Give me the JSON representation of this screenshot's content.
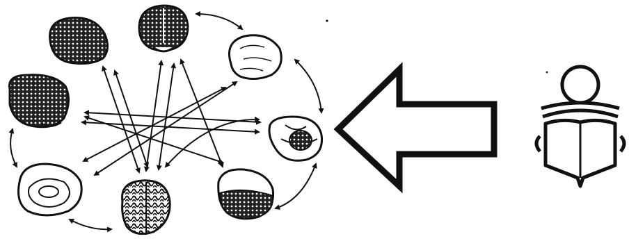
{
  "figure": {
    "brain_views": [
      {
        "id": "brain-top-left",
        "label": ""
      },
      {
        "id": "brain-top-center",
        "label": ""
      },
      {
        "id": "brain-top-right",
        "label": ""
      },
      {
        "id": "brain-left",
        "label": ""
      },
      {
        "id": "brain-right",
        "label": ""
      },
      {
        "id": "brain-bottom-left",
        "label": ""
      },
      {
        "id": "brain-bottom-center",
        "label": ""
      },
      {
        "id": "brain-bottom-right",
        "label": ""
      }
    ],
    "arrow_direction": "left",
    "reader_icon": "person-reading-book-icon",
    "colors": {
      "ink": "#111111",
      "paper": "#ffffff"
    }
  }
}
